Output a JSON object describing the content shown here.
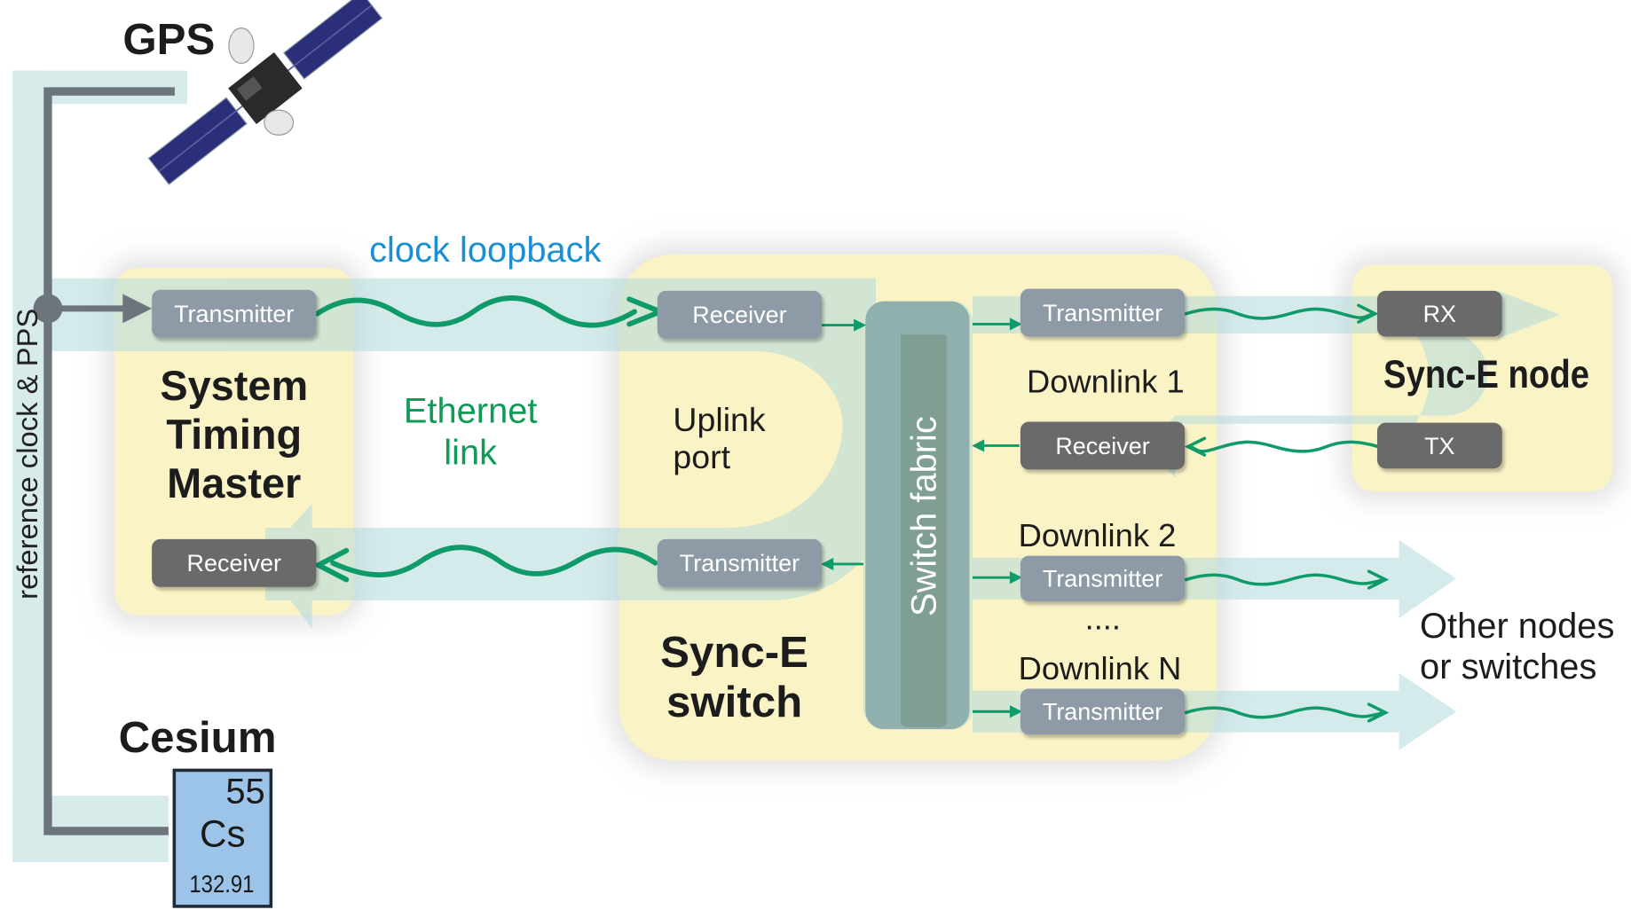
{
  "labels": {
    "gps": "GPS",
    "cesium": "Cesium",
    "reference": "reference clock & PPS",
    "clock_loopback": "clock loopback",
    "ethernet_link": "Ethernet\nlink",
    "master_title": "System\nTiming\nMaster",
    "uplink_port": "Uplink\nport",
    "switch_title": "Sync-E\nswitch",
    "switch_fabric": "Switch fabric",
    "downlink_1": "Downlink 1",
    "downlink_2": "Downlink 2",
    "ellipsis": "....",
    "downlink_n": "Downlink N",
    "node_title": "Sync-E node",
    "other_nodes": "Other nodes\nor switches"
  },
  "chips": {
    "master_tx": "Transmitter",
    "master_rx": "Receiver",
    "uplink_rx": "Receiver",
    "uplink_tx": "Transmitter",
    "dl1_tx": "Transmitter",
    "dl1_rx": "Receiver",
    "dl2_tx": "Transmitter",
    "dln_tx": "Transmitter",
    "node_rx": "RX",
    "node_tx": "TX"
  },
  "element": {
    "number": "55",
    "symbol": "Cs",
    "mass": "132.91"
  },
  "colors": {
    "box_fill": "#faf3c6",
    "band": "#cfe6e6",
    "wave": "#0f9a6a",
    "transmitter_chip": "#8e9ba6",
    "receiver_chip": "#6a6a6a",
    "ethernet_text": "#0f9a57",
    "loopback_text": "#1b8fd3",
    "cesium_tile": "#9cc3e8",
    "fabric": "#8aa9a0"
  }
}
